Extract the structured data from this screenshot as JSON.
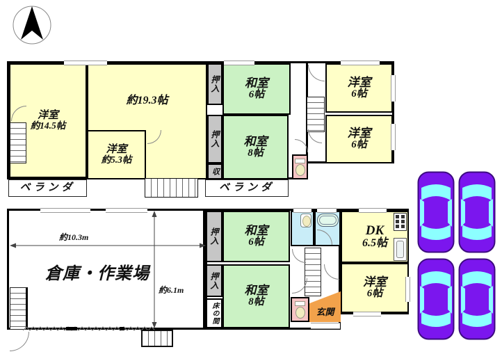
{
  "meta": {
    "type": "japanese-floor-plan"
  },
  "colors": {
    "room_yellow": "#FFFFC8",
    "room_green": "#CBF2C4",
    "closet_gray": "#C6C6C6",
    "toilet_pink": "#F6C4C4",
    "bath_cyan": "#C9EDF8",
    "genkan_orange": "#F2A24B",
    "car_purple": "#7B16EE",
    "car_window": "#8CFFFF",
    "wall": "#000000"
  },
  "floor2": {
    "western_145": {
      "name": "洋室",
      "size": "約14.5帖"
    },
    "room_193": {
      "size": "約19.3帖"
    },
    "western_53": {
      "name": "洋室",
      "size": "約5.3帖"
    },
    "closet_top": "押入",
    "closet_mid": "押入",
    "storage": "収",
    "washitsu_6": {
      "name": "和室",
      "size": "6帖"
    },
    "washitsu_8": {
      "name": "和室",
      "size": "8帖"
    },
    "western_6a": {
      "name": "洋室",
      "size": "6帖"
    },
    "western_6b": {
      "name": "洋室",
      "size": "6帖"
    },
    "veranda_left": "ベランダ",
    "veranda_right": "ベランダ"
  },
  "floor1": {
    "warehouse": {
      "name": "倉庫・作業場",
      "width": "約10.3m",
      "depth": "約6.1m"
    },
    "closet_top": "押入",
    "closet_mid": "押入",
    "tokonoma": "床の間",
    "washitsu_6": {
      "name": "和室",
      "size": "6帖"
    },
    "washitsu_8": {
      "name": "和室",
      "size": "8帖"
    },
    "dk": {
      "name": "DK",
      "size": "6.5帖"
    },
    "western_6": {
      "name": "洋室",
      "size": "6帖"
    },
    "genkan": "玄関"
  },
  "parking": {
    "car_count": 4
  }
}
